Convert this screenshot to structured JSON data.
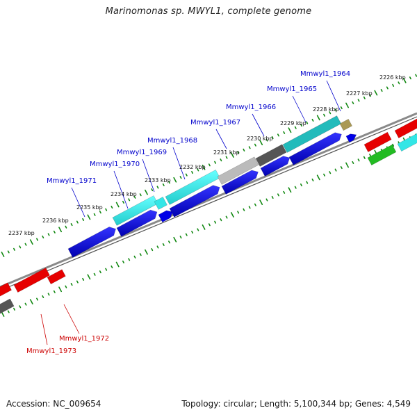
{
  "title": "Marinomonas sp. MWYL1, complete genome",
  "footer": {
    "accession": "Accession: NC_009654",
    "summary": "Topology: circular; Length: 5,100,344 bp; Genes: 4,549"
  },
  "colors": {
    "forward_cds": "#0000e6",
    "reverse_cds": "#e60000",
    "forward_cyan": "#33e6e6",
    "forward_teal": "#22bbbb",
    "gray_feature": "#555555",
    "light_gray_feature": "#bbbbbb",
    "olive_feature": "#aa9955",
    "green_feature": "#22bb22",
    "backbone": "#777777",
    "ticks": "#118811",
    "label_forward": "#0000cc",
    "label_reverse": "#cc0000"
  },
  "kbp_labels": [
    {
      "text": "2226 kbp"
    },
    {
      "text": "2227 kbp"
    },
    {
      "text": "2228 kbp"
    },
    {
      "text": "2229 kbp"
    },
    {
      "text": "2230 kbp"
    },
    {
      "text": "2231 kbp"
    },
    {
      "text": "2232 kbp"
    },
    {
      "text": "2233 kbp"
    },
    {
      "text": "2234 kbp"
    },
    {
      "text": "2235 kbp"
    },
    {
      "text": "2236 kbp"
    },
    {
      "text": "2237 kbp"
    }
  ],
  "gene_labels": [
    {
      "text": "Mmwyl1_1964",
      "strand": "forward"
    },
    {
      "text": "Mmwyl1_1965",
      "strand": "forward"
    },
    {
      "text": "Mmwyl1_1966",
      "strand": "forward"
    },
    {
      "text": "Mmwyl1_1967",
      "strand": "forward"
    },
    {
      "text": "Mmwyl1_1968",
      "strand": "forward"
    },
    {
      "text": "Mmwyl1_1969",
      "strand": "forward"
    },
    {
      "text": "Mmwyl1_1970",
      "strand": "forward"
    },
    {
      "text": "Mmwyl1_1971",
      "strand": "forward"
    },
    {
      "text": "Mmwyl1_1972",
      "strand": "reverse"
    },
    {
      "text": "Mmwyl1_1973",
      "strand": "reverse"
    }
  ]
}
